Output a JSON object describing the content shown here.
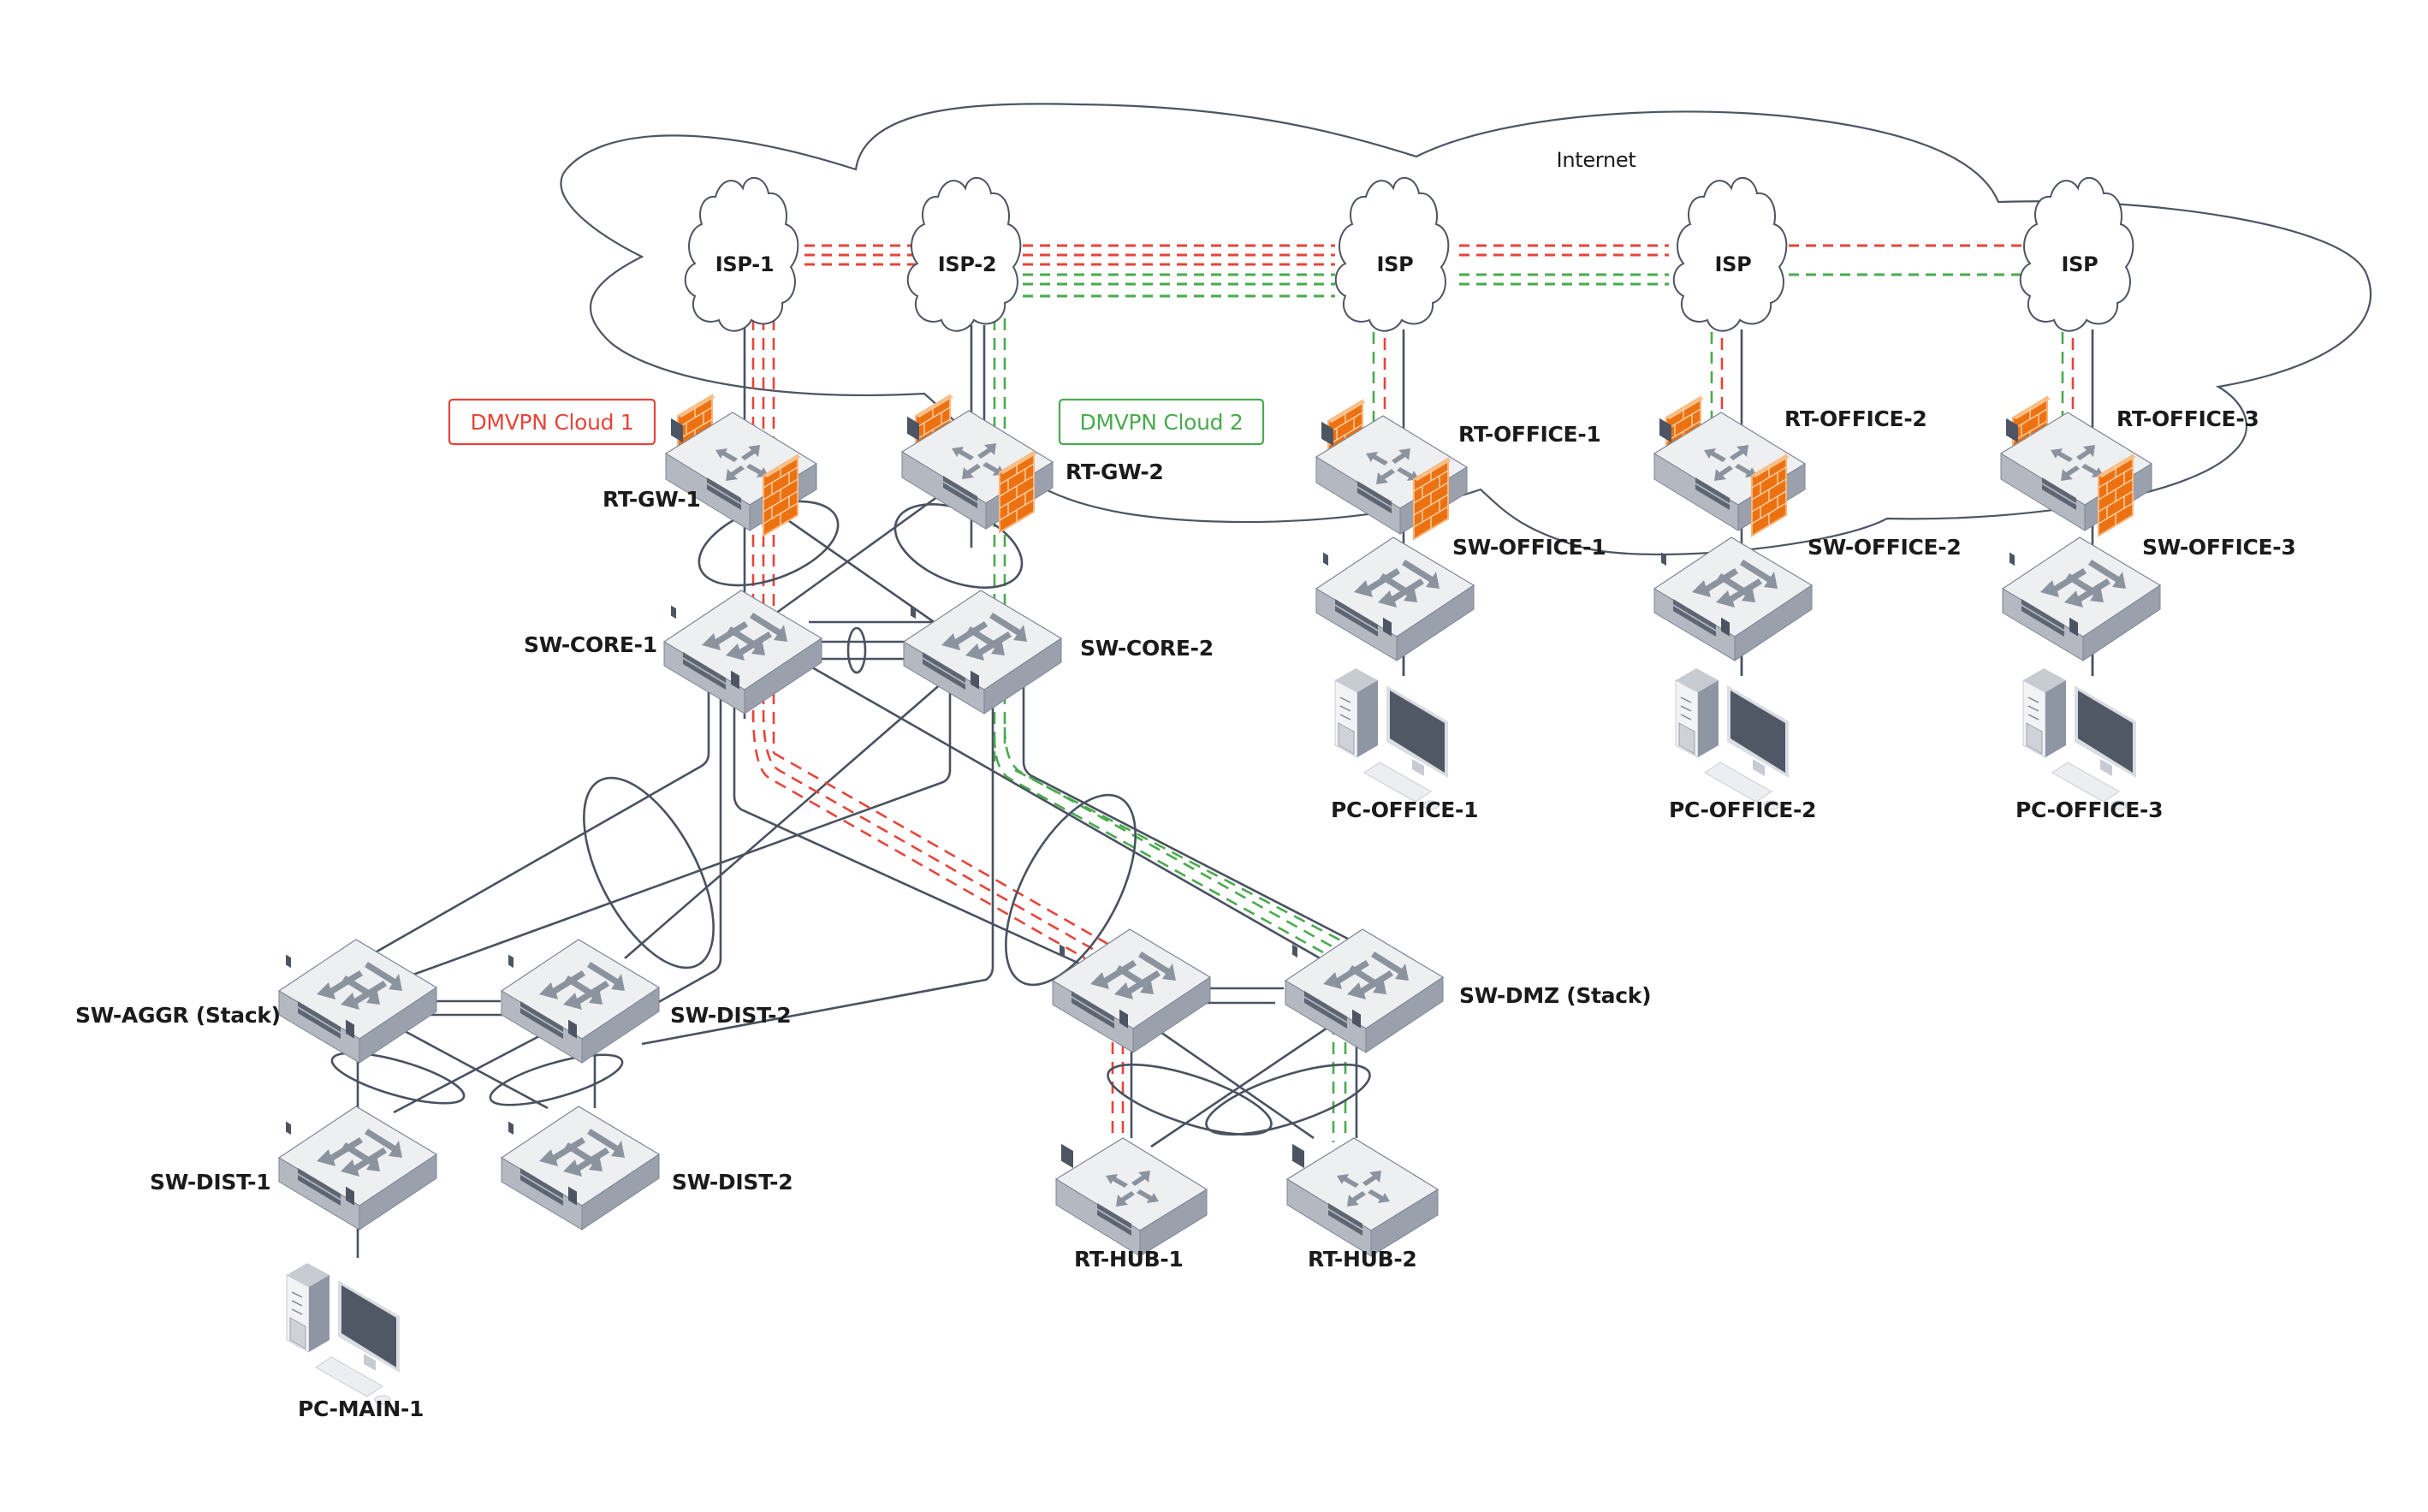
{
  "diagram": {
    "title": "DMVPN network topology",
    "internet_label": "Internet",
    "colors": {
      "dmvpn_cloud_1": "#e5453b",
      "dmvpn_cloud_2": "#4aaa4e",
      "link": "#4a5260",
      "firewall": "#ec7211",
      "device_top": "#eeeff1",
      "device_side": "#9aa1ad"
    },
    "legend": [
      {
        "id": "dmvpn1",
        "label": "DMVPN Cloud 1",
        "color": "#e5453b"
      },
      {
        "id": "dmvpn2",
        "label": "DMVPN Cloud 2",
        "color": "#4aaa4e"
      }
    ],
    "isps": [
      {
        "id": "isp1",
        "label": "ISP-1"
      },
      {
        "id": "isp2",
        "label": "ISP-2"
      },
      {
        "id": "isp3",
        "label": "ISP"
      },
      {
        "id": "isp4",
        "label": "ISP"
      },
      {
        "id": "isp5",
        "label": "ISP"
      }
    ],
    "nodes": {
      "rt_gw_1": {
        "label": "RT-GW-1",
        "type": "router-firewall"
      },
      "rt_gw_2": {
        "label": "RT-GW-2",
        "type": "router-firewall"
      },
      "rt_office_1": {
        "label": "RT-OFFICE-1",
        "type": "router-firewall"
      },
      "rt_office_2": {
        "label": "RT-OFFICE-2",
        "type": "router-firewall"
      },
      "rt_office_3": {
        "label": "RT-OFFICE-3",
        "type": "router-firewall"
      },
      "sw_core_1": {
        "label": "SW-CORE-1",
        "type": "switch"
      },
      "sw_core_2": {
        "label": "SW-CORE-2",
        "type": "switch"
      },
      "sw_office_1": {
        "label": "SW-OFFICE-1",
        "type": "switch"
      },
      "sw_office_2": {
        "label": "SW-OFFICE-2",
        "type": "switch"
      },
      "sw_office_3": {
        "label": "SW-OFFICE-3",
        "type": "switch"
      },
      "pc_office_1": {
        "label": "PC-OFFICE-1",
        "type": "pc"
      },
      "pc_office_2": {
        "label": "PC-OFFICE-2",
        "type": "pc"
      },
      "pc_office_3": {
        "label": "PC-OFFICE-3",
        "type": "pc"
      },
      "sw_aggr": {
        "label": "SW-AGGR (Stack)",
        "type": "switch"
      },
      "sw_dist_2a": {
        "label": "SW-DIST-2",
        "type": "switch"
      },
      "sw_dist_1": {
        "label": "SW-DIST-1",
        "type": "switch"
      },
      "sw_dist_2b": {
        "label": "SW-DIST-2",
        "type": "switch"
      },
      "pc_main_1": {
        "label": "PC-MAIN-1",
        "type": "pc"
      },
      "sw_dmz_a": {
        "label": "",
        "type": "switch"
      },
      "sw_dmz": {
        "label": "SW-DMZ (Stack)",
        "type": "switch"
      },
      "rt_hub_1": {
        "label": "RT-HUB-1",
        "type": "router"
      },
      "rt_hub_2": {
        "label": "RT-HUB-2",
        "type": "router"
      }
    }
  }
}
